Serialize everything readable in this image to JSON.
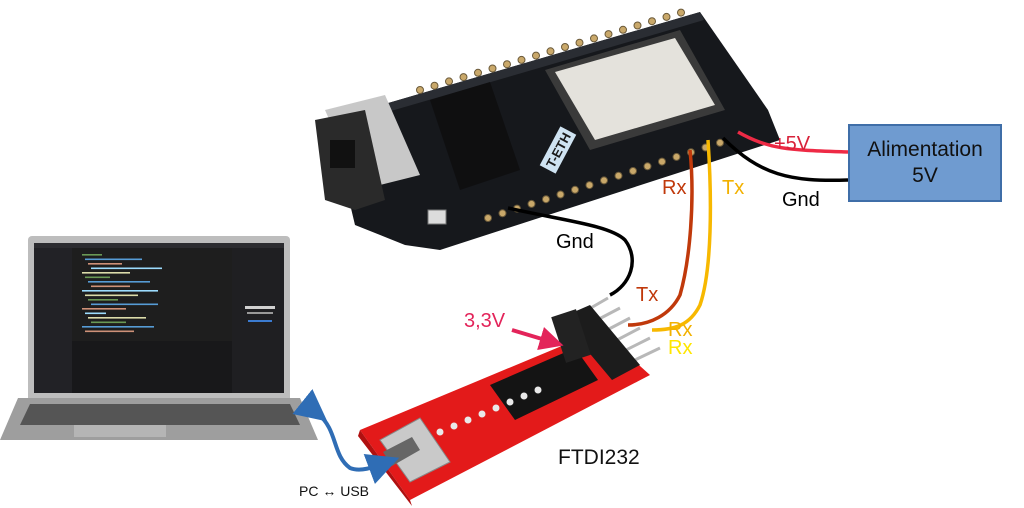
{
  "diagram": {
    "title": "T-ETH board programming via FTDI232",
    "power_supply": {
      "line1": "Alimentation",
      "line2": "5V",
      "fill": "#6f9bd0",
      "border": "#3f6ea8"
    },
    "board_label": "T-ETH",
    "wires": {
      "plus5v": {
        "label": "+5V",
        "color": "#ee2a45"
      },
      "gnd_power": {
        "label": "Gnd",
        "color": "#000000"
      },
      "board_rx": {
        "label": "Rx",
        "color": "#c0390b"
      },
      "board_tx": {
        "label": "Tx",
        "color": "#f7b800"
      },
      "gnd_ftdi": {
        "label": "Gnd",
        "color": "#000000"
      },
      "ftdi_tx": {
        "label": "Tx",
        "color": "#c0390b"
      },
      "ftdi_rx_1": {
        "label": "Rx",
        "color": "#f7b800"
      },
      "ftdi_rx_2": {
        "label": "Rx",
        "color": "#ffe600"
      }
    },
    "jumper_label": {
      "text": "3,3V",
      "color": "#e3245a"
    },
    "ftdi_label": "FTDI232",
    "usb_link": {
      "label": "PC ↔ USB",
      "arrow_color": "#2f6db5"
    }
  }
}
